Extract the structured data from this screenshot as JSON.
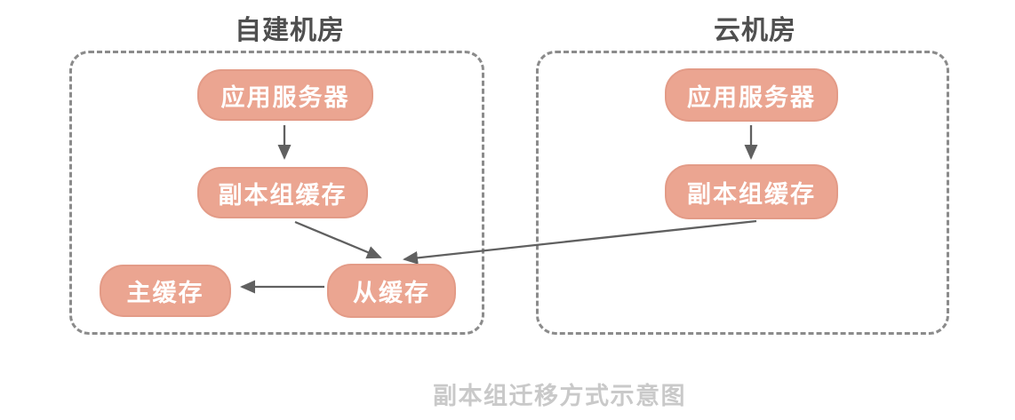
{
  "rooms": {
    "left": {
      "title": "自建机房"
    },
    "right": {
      "title": "云机房"
    }
  },
  "nodes": {
    "left_app_server": {
      "label": "应用服务器"
    },
    "left_replica_cache": {
      "label": "副本组缓存"
    },
    "master_cache": {
      "label": "主缓存"
    },
    "slave_cache": {
      "label": "从缓存"
    },
    "right_app_server": {
      "label": "应用服务器"
    },
    "right_replica_cache": {
      "label": "副本组缓存"
    }
  },
  "edges": [
    {
      "from": "left_app_server",
      "to": "left_replica_cache"
    },
    {
      "from": "left_replica_cache",
      "to": "slave_cache"
    },
    {
      "from": "slave_cache",
      "to": "master_cache"
    },
    {
      "from": "right_app_server",
      "to": "right_replica_cache"
    },
    {
      "from": "right_replica_cache",
      "to": "slave_cache"
    }
  ],
  "caption": "副本组迁移方式示意图",
  "colors": {
    "bg": "#FFFFFF",
    "node_fill": "#EBA591",
    "node_border": "#E39B87",
    "node_text": "#FFFFFF",
    "room_border": "#8B8B8B",
    "arrow": "#606060",
    "title_text": "#4F4F4F",
    "caption_text": "#C9C9C9"
  }
}
